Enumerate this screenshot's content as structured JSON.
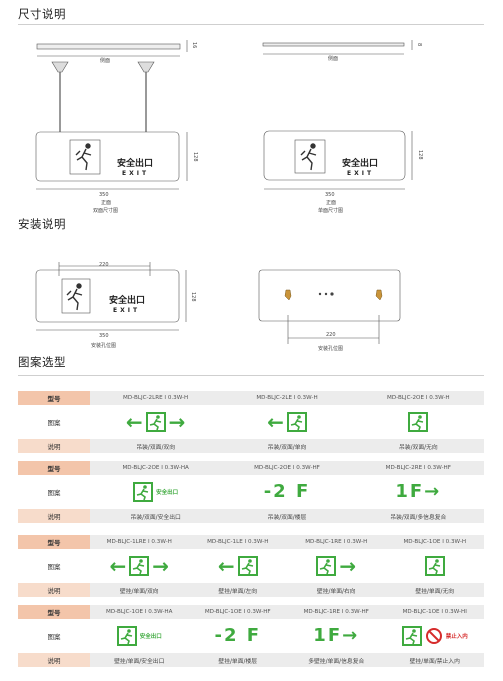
{
  "sections": {
    "dimensions": "尺寸说明",
    "installation": "安装说明",
    "patterns": "图案选型"
  },
  "drawings": {
    "side_label": "侧面",
    "front_label": "正面",
    "double_caption": "双面尺寸图",
    "single_caption": "单面尺寸图",
    "install_caption_1": "安装孔位图",
    "install_caption_2": "安装孔位图",
    "dim_350": "350",
    "dim_128": "128",
    "dim_16": "16",
    "dim_8": "8",
    "dim_220": "220",
    "sign_cn": "安全出口",
    "sign_en": "EXIT"
  },
  "table_labels": {
    "model": "型号",
    "pattern": "图案",
    "desc": "说明"
  },
  "tables": [
    {
      "models": [
        "MD-BLJC-2LRE I 0.3W-H",
        "MD-BLJC-2LE I 0.3W-H",
        "MD-BLJC-2OE I 0.3W-H"
      ],
      "patterns": [
        {
          "icon": "left-right-exit-icon",
          "prefix": "←",
          "suffix": "→"
        },
        {
          "icon": "left-exit-icon",
          "prefix": "←",
          "suffix": ""
        },
        {
          "icon": "exit-icon",
          "prefix": "",
          "suffix": ""
        }
      ],
      "descs": [
        "吊装/双面/双向",
        "吊装/双面/单向",
        "吊装/双面/无向"
      ]
    },
    {
      "models": [
        "MD-BLJC-2OE I 0.3W-HA",
        "MD-BLJC-2OE I 0.3W-HF",
        "MD-BLJC-2RE I 0.3W-HF"
      ],
      "patterns": [
        {
          "icon": "safe-exit-icon",
          "text": "安全出口"
        },
        {
          "icon": "floor-icon",
          "text": "-2 F"
        },
        {
          "icon": "floor-arrow-icon",
          "text": "1F→"
        }
      ],
      "descs": [
        "吊装/双面/安全出口",
        "吊装/双面/楼层",
        "吊装/双面/多信息复合"
      ]
    },
    {
      "models": [
        "MD-BLJC-1LRE I 0.3W-H",
        "MD-BLJC-1LE I 0.3W-H",
        "MD-BLJC-1RE I 0.3W-H",
        "MD-BLJC-1OE I 0.3W-H"
      ],
      "patterns": [
        {
          "icon": "left-right-exit-icon",
          "prefix": "←",
          "suffix": "→"
        },
        {
          "icon": "left-exit-icon",
          "prefix": "←",
          "suffix": ""
        },
        {
          "icon": "right-exit-icon",
          "prefix": "",
          "suffix": "→"
        },
        {
          "icon": "exit-icon",
          "prefix": "",
          "suffix": ""
        }
      ],
      "descs": [
        "壁挂/单面/双向",
        "壁挂/单面/左向",
        "壁挂/单面/右向",
        "壁挂/单面/无向"
      ]
    },
    {
      "models": [
        "MD-BLJC-1OE I 0.3W-HA",
        "MD-BLJC-1OE I 0.3W-HF",
        "MD-BLJC-1RE I 0.3W-HF",
        "MD-BLJC-1OE I 0.3W-HI"
      ],
      "patterns": [
        {
          "icon": "safe-exit-icon",
          "text": "安全出口"
        },
        {
          "icon": "floor-icon",
          "text": "-2 F"
        },
        {
          "icon": "floor-arrow-icon",
          "text": "1F→"
        },
        {
          "icon": "no-entry-icon",
          "text": "禁止入内"
        }
      ],
      "descs": [
        "壁挂/单面/安全出口",
        "壁挂/单面/楼层",
        "多壁挂/单面/信息复合",
        "壁挂/单面/禁止入内"
      ]
    }
  ],
  "colors": {
    "sign_green": "#3faa3f",
    "model_header": "#f3c5aa",
    "desc_header": "#f7dccb",
    "cell_bg": "#ececec"
  }
}
